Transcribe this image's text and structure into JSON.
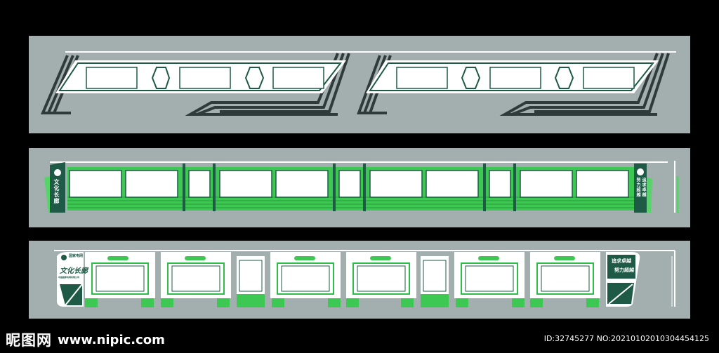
{
  "colors": {
    "background": "#000000",
    "panel": "#a3aeae",
    "dark_green": "#1e5a45",
    "bright_green": "#2ebd4a",
    "light_green": "#56d46a",
    "stripe_dark": "#2f3a3a",
    "white": "#ffffff"
  },
  "panel2": {
    "left_vertical_text": "文化长廊",
    "right_vertical_text_1": "追求卓越",
    "right_vertical_text_2": "努力超越"
  },
  "panel3": {
    "left_small_title": "国家电网",
    "left_small_sub": "中国国家电网有限公司",
    "left_script": "文化长廊",
    "right_text_1": "追求卓越",
    "right_text_2": "努力超越"
  },
  "watermark": {
    "site_name": "昵图网",
    "site_url": "www.nipic.com",
    "image_info": "ID:32745277 NO:20210102010304454125"
  }
}
